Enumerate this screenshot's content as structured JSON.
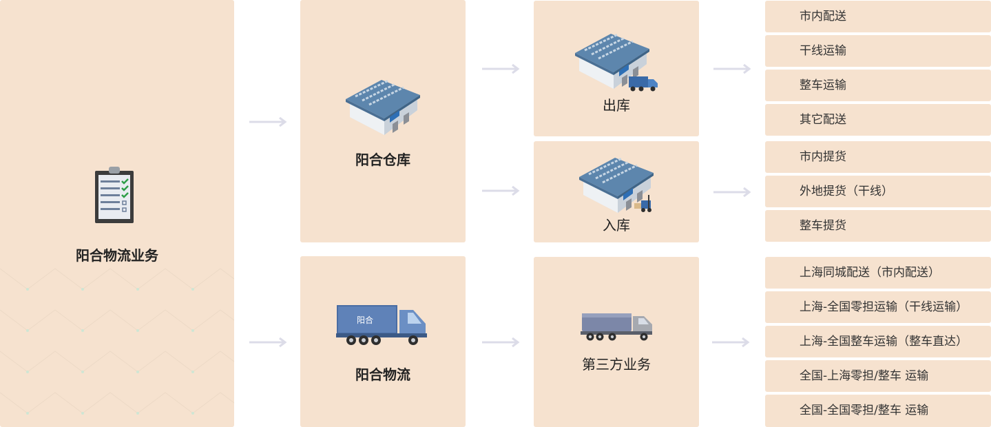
{
  "root": {
    "title": "阳合物流业务",
    "icon": "clipboard-checklist-icon"
  },
  "branches": {
    "warehouse": {
      "title": "阳合仓库",
      "icon": "warehouse-icon"
    },
    "logistics": {
      "title": "阳合物流",
      "icon": "box-truck-icon",
      "truck_text": "阳合"
    }
  },
  "subs": {
    "outbound": {
      "label": "出库",
      "icon": "warehouse-truck-icon"
    },
    "inbound": {
      "label": "入库",
      "icon": "warehouse-forklift-icon"
    },
    "thirdparty": {
      "label": "第三方业务",
      "icon": "cargo-truck-icon"
    }
  },
  "leaves": {
    "outbound": [
      "市内配送",
      "干线运输",
      "整车运输",
      "其它配送"
    ],
    "inbound": [
      "市内提货",
      "外地提货（干线）",
      "整车提货"
    ],
    "thirdparty": [
      "上海同城配送（市内配送）",
      "上海-全国零担运输（干线运输）",
      "上海-全国整车运输（整车直达）",
      "全国-上海零担/整车 运输",
      "全国-全国零担/整车 运输"
    ]
  },
  "colors": {
    "box": "#f6e2cf",
    "arrow": "#dcdce8",
    "page": "#ffffff"
  }
}
